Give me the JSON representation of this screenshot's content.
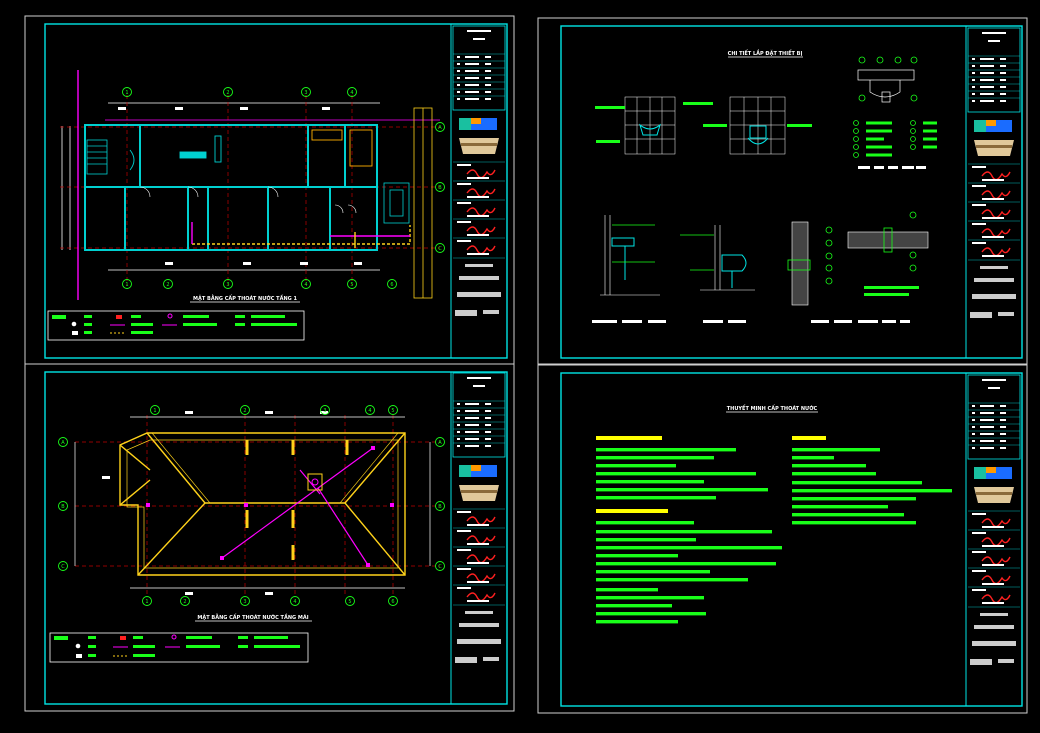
{
  "sheets": {
    "plan_ground": {
      "title": "MẶT BẰNG CẤP THOÁT NƯỚC TẦNG 1"
    },
    "plan_roof": {
      "title": "MẶT BẰNG CẤP THOÁT NƯỚC TẦNG MÁI"
    },
    "details": {
      "title": "CHI TIẾT LẮP ĐẶT THIẾT BỊ",
      "captions": [
        "",
        "",
        ""
      ]
    },
    "notes": {
      "title": "THUYẾT MINH CẤP THOÁT NƯỚC"
    }
  },
  "grid_labels": {
    "ground_top": [
      "1",
      "2",
      "3",
      "4"
    ],
    "ground_bottom": [
      "1",
      "2",
      "3",
      "4",
      "5",
      "6"
    ],
    "ground_right": [
      "A",
      "B",
      "C"
    ],
    "roof_top": [
      "1",
      "2",
      "3",
      "4",
      "5"
    ],
    "roof_bottom": [
      "1",
      "2",
      "3",
      "4",
      "5",
      "6"
    ],
    "roof_side": [
      "A",
      "B",
      "C"
    ]
  },
  "colors": {
    "frame": "#00e5e5",
    "wall": "#00d0d0",
    "pipe_supply": "#ff00ff",
    "pipe_drain": "#ffd21a",
    "dimension": "#ffffff",
    "grid_bubble": "#19ff19",
    "grid_line": "#c00000",
    "note_text": "#19ff19",
    "note_heading": "#ffff00",
    "signature": "#ff2020",
    "logo_blue": "#1a6cff",
    "logo_orange": "#ff9900"
  }
}
